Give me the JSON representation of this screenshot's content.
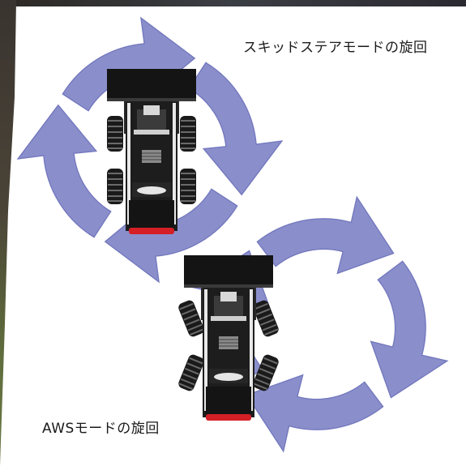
{
  "labels": {
    "skid_steer_turn": "スキッドステアモードの旋回",
    "aws_turn": "AWSモードの旋回"
  },
  "colors": {
    "arrow_fill": "#8a8fcc",
    "arrow_edge": "#6e73b8",
    "vehicle_body": "#1b1b1b",
    "bucket": "#141414",
    "frame_light": "#e8e8e8",
    "tail_light_red": "#d41f26",
    "background": "#ffffff",
    "photo_dark": "#2e2a26",
    "photo_grass": "#5a6a3a"
  },
  "icons": {
    "skid_loader": "skid-steer-loader-top-view",
    "aws_loader": "all-wheel-steer-loader-top-view",
    "rotation_arrows": "circular-rotation-arrows"
  }
}
